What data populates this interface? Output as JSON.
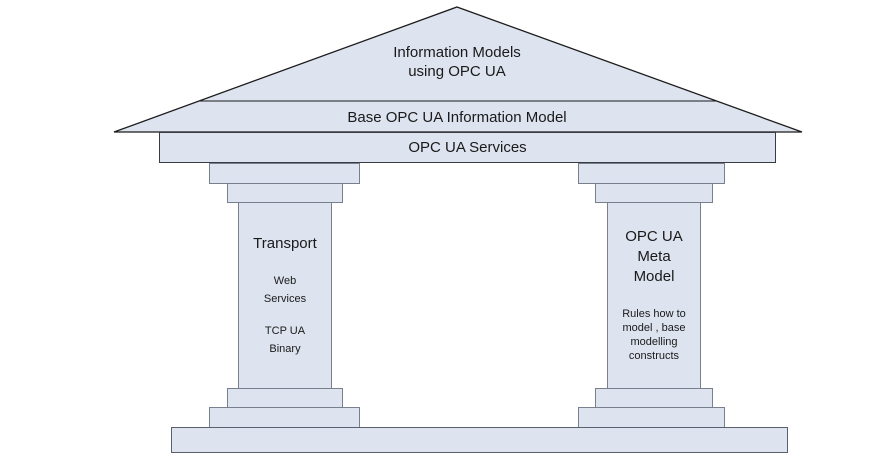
{
  "diagram_title": "OPC UA architecture temple diagram",
  "colors": {
    "shape_fill": "#dde3ef",
    "shape_border_gray": "#78808e",
    "outline_dark": "#3a3a42",
    "roof_stroke": "#1c1c1c",
    "text": "#1a1a1a",
    "background": "#ffffff"
  },
  "roof": {
    "pediment_label": "Information Models\nusing OPC UA",
    "architrave_label": "Base OPC UA Information Model"
  },
  "services_band": {
    "label": "OPC UA Services"
  },
  "pillars": {
    "left": {
      "title": "Transport",
      "items": [
        {
          "label": "Web\nServices"
        },
        {
          "label": "TCP UA\nBinary"
        }
      ]
    },
    "right": {
      "title": "OPC UA\nMeta\nModel",
      "description": "Rules how to\nmodel , base\nmodelling\nconstructs"
    }
  }
}
